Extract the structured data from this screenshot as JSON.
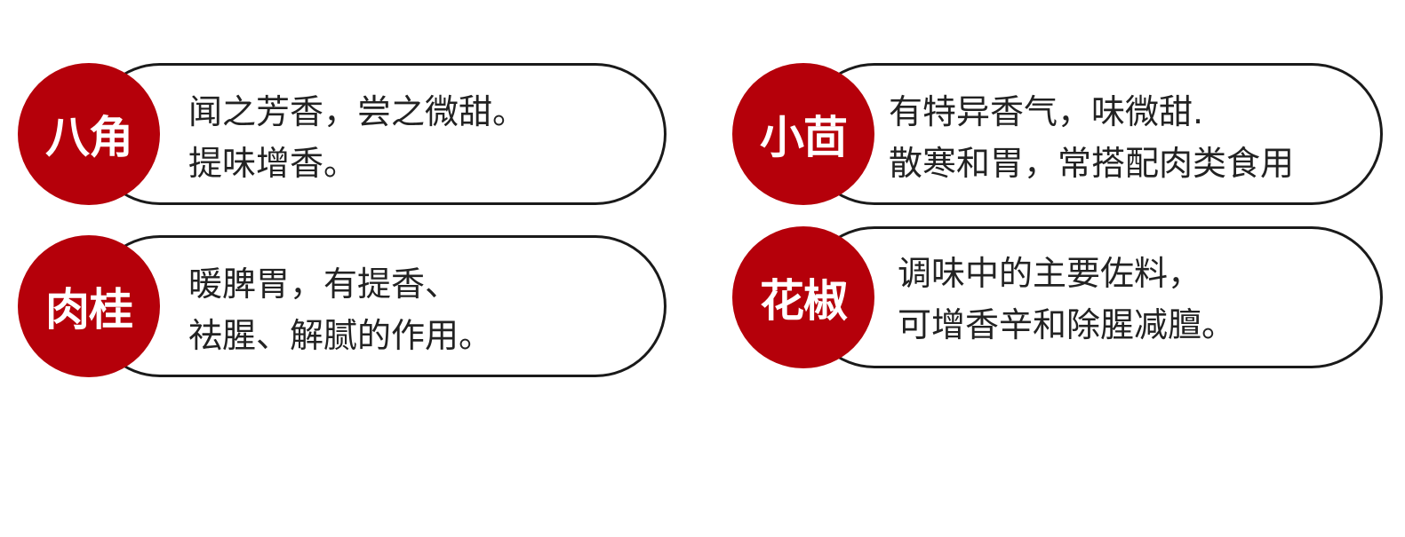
{
  "spices": [
    {
      "name": "八角",
      "line1": "闻之芳香，尝之微甜。",
      "line2": "提味增香。"
    },
    {
      "name": "小茴",
      "line1": "有特异香气，味微甜.",
      "line2": "散寒和胃，常搭配肉类食用"
    },
    {
      "name": "肉桂",
      "line1": "暖脾胃，有提香、",
      "line2": "祛腥、解腻的作用。"
    },
    {
      "name": "花椒",
      "line1": "调味中的主要佐料，",
      "line2": "可增香辛和除腥减膻。"
    }
  ],
  "colors": {
    "badge": "#b5000a",
    "border": "#1a1a1a",
    "text": "#222222"
  }
}
